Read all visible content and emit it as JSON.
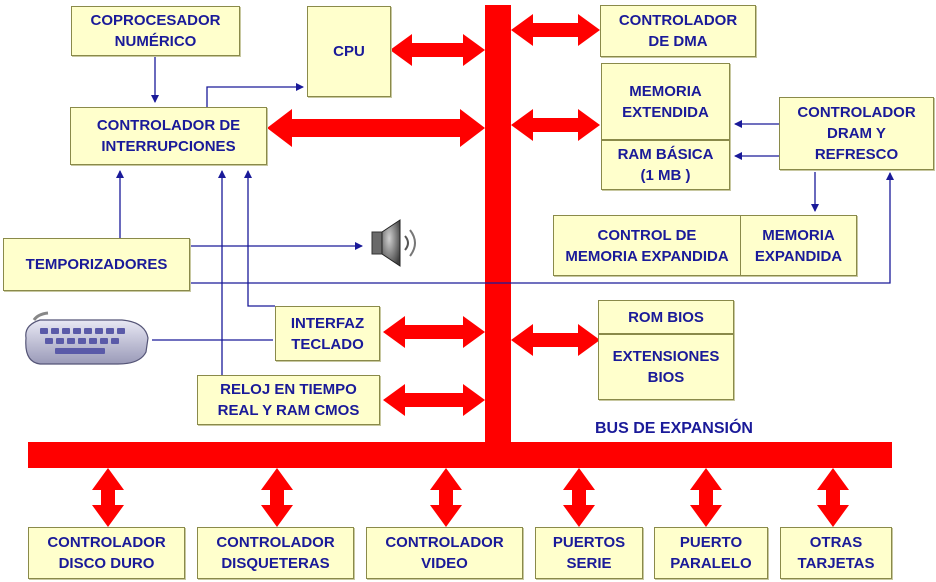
{
  "diagram": {
    "colors": {
      "bus": "#ff0000",
      "box_fill": "#ffffcc",
      "box_border": "#8a8a4a",
      "text": "#1a1a99",
      "line": "#1a1a99"
    },
    "boxes": {
      "coprocesador": "COPROCESADOR\nNUMÉRICO",
      "cpu": "CPU",
      "controlador_interrupciones": "CONTROLADOR DE\nINTERRUPCIONES",
      "controlador_dma": "CONTROLADOR\nDE DMA",
      "memoria_extendida": "MEMORIA\nEXTENDIDA",
      "ram_basica": "RAM BÁSICA\n(1 MB )",
      "controlador_dram": "CONTROLADOR\nDRAM Y\nREFRESCO",
      "control_memoria_expandida": "CONTROL DE\nMEMORIA EXPANDIDA",
      "memoria_expandida": "MEMORIA\nEXPANDIDA",
      "temporizadores": "TEMPORIZADORES",
      "interfaz_teclado": "INTERFAZ\nTECLADO",
      "rom_bios": "ROM BIOS",
      "extensiones_bios": "EXTENSIONES\nBIOS",
      "reloj": "RELOJ EN TIEMPO\nREAL Y RAM CMOS",
      "controlador_disco_duro": "CONTROLADOR\nDISCO DURO",
      "controlador_disqueteras": "CONTROLADOR\nDISQUETERAS",
      "controlador_video": "CONTROLADOR\nVIDEO",
      "puertos_serie": "PUERTOS\nSERIE",
      "puerto_paralelo": "PUERTO\nPARALELO",
      "otras_tarjetas": "OTRAS\nTARJETAS"
    },
    "bus_label": "BUS DE EXPANSIÓN",
    "icons": [
      "speaker-icon",
      "keyboard-icon"
    ]
  }
}
